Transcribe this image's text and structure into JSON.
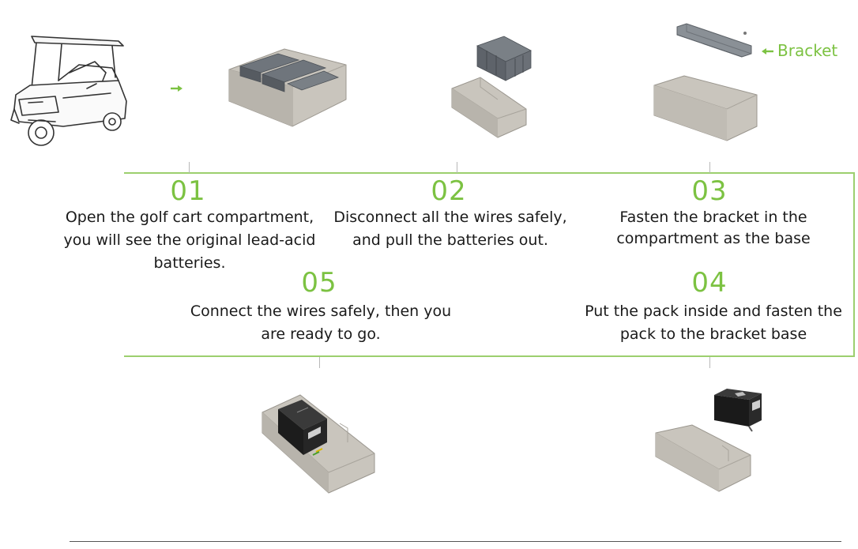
{
  "steps": [
    {
      "number": "01",
      "lines": [
        "Open the golf cart compartment,",
        "you will see the original lead-acid",
        "batteries."
      ]
    },
    {
      "number": "02",
      "lines": [
        "Disconnect all the wires safely,",
        "and pull the batteries out."
      ]
    },
    {
      "number": "03",
      "lines": [
        "Fasten the bracket in the",
        "compartment as the base"
      ]
    },
    {
      "number": "04",
      "lines": [
        "Put the pack inside and fasten the",
        "pack to the bracket base"
      ]
    },
    {
      "number": "05",
      "lines": [
        "Connect the wires safely, then you",
        "are ready to go."
      ]
    }
  ],
  "callout": {
    "bracket_label": "Bracket"
  },
  "colors": {
    "accent": "#7cc242",
    "line": "#9ccf6e",
    "box": "#c9c5bd",
    "battery": "#6f757c",
    "pack": "#1c1c1c"
  }
}
